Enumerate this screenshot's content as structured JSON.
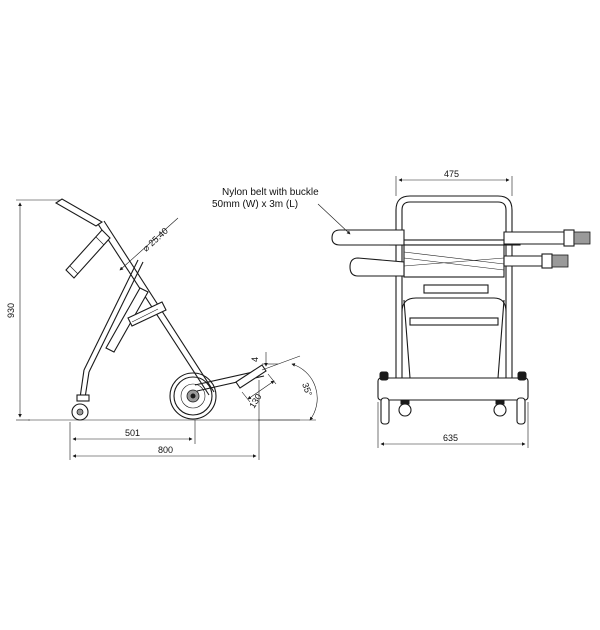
{
  "side_view": {
    "height_label": "930",
    "tube_diameter_label": "⌀ 25.40",
    "wheel_to_rear_label": "501",
    "overall_length_label": "800",
    "plate_thickness_label": "4",
    "plate_length_label": "130",
    "plate_angle_label": "35°"
  },
  "front_view": {
    "top_width_label": "475",
    "base_width_label": "635",
    "belt_note_line1": "Nylon belt with buckle",
    "belt_note_line2": "50mm (W) x 3m (L)"
  }
}
